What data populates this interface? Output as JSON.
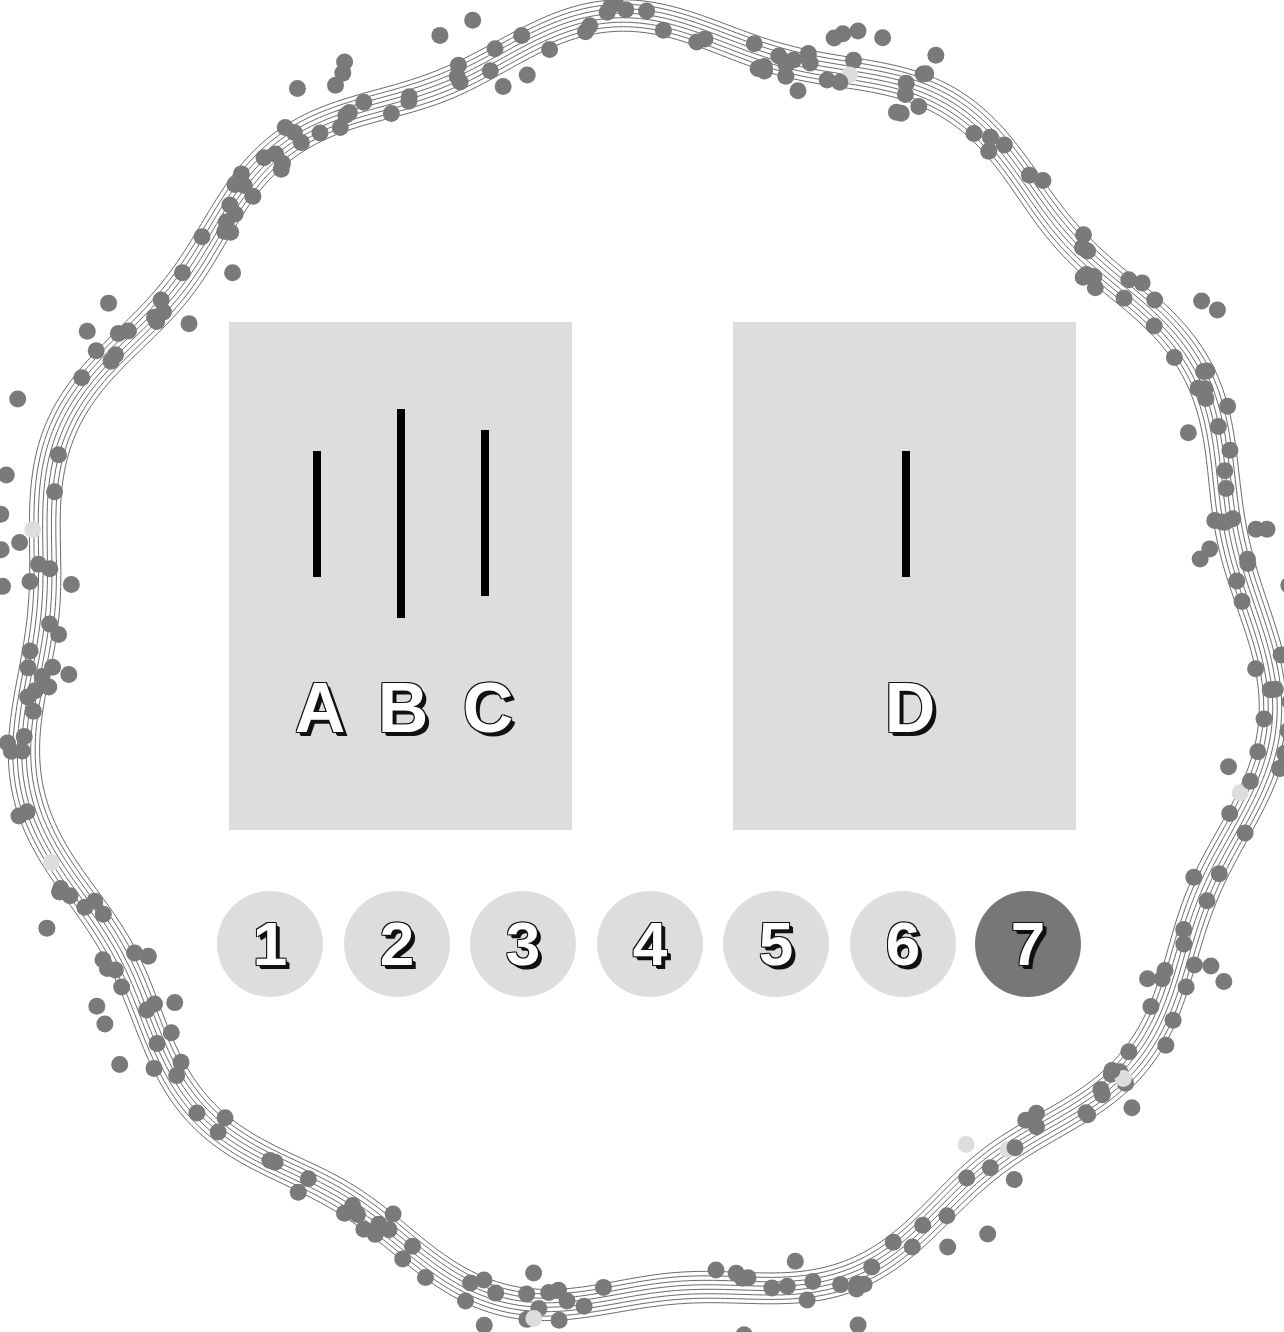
{
  "diagram": {
    "nodes": [
      {
        "text": [
          "A",
          "B",
          "C"
        ]
      },
      {
        "text": [
          "D"
        ]
      },
      {
        "text": [
          "1"
        ]
      },
      {
        "text": [
          "2"
        ]
      },
      {
        "text": [
          "3"
        ]
      },
      {
        "text": [
          "4"
        ]
      },
      {
        "text": [
          "5"
        ]
      },
      {
        "text": [
          "6"
        ]
      },
      {
        "text": [
          "7"
        ]
      }
    ]
  }
}
